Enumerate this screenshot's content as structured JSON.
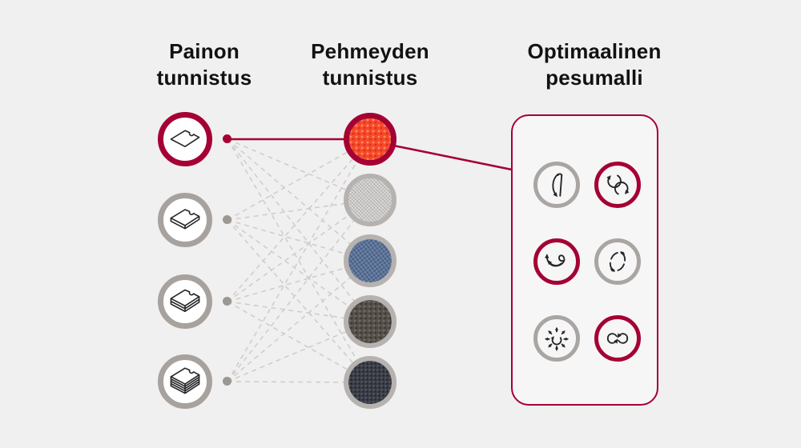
{
  "colors": {
    "accent": "#A50034",
    "ring_gray": "#a7a29e",
    "swatch_ring_gray": "#b6b2af",
    "box_ring_gray": "#a9a5a2",
    "dot_gray": "#9b9793",
    "dash": "#d0cecc",
    "text": "#121212",
    "bg": "#f1f0f0",
    "box_bg": "#f7f6f6",
    "icon_stroke": "#26262a"
  },
  "weight_column": {
    "title": "Painon\ntunnistus",
    "items": [
      {
        "icon": "fabric-stack-1-layer",
        "ring": "accent"
      },
      {
        "icon": "fabric-stack-2-layers",
        "ring": "ring_gray"
      },
      {
        "icon": "fabric-stack-3-layers",
        "ring": "ring_gray"
      },
      {
        "icon": "fabric-stack-4-layers",
        "ring": "ring_gray"
      }
    ]
  },
  "softness_column": {
    "title": "Pehmeyden\ntunnistus",
    "items": [
      {
        "icon": "fabric-swatch-orange",
        "ring": "accent",
        "color": "#f84a2b"
      },
      {
        "icon": "fabric-swatch-linen-gray",
        "ring": "swatch_ring_gray",
        "color": "#c7c5c3"
      },
      {
        "icon": "fabric-swatch-denim-blue",
        "ring": "swatch_ring_gray",
        "color": "#5a7298"
      },
      {
        "icon": "fabric-swatch-dark-taupe",
        "ring": "swatch_ring_gray",
        "color": "#56514a"
      },
      {
        "icon": "fabric-swatch-charcoal-navy",
        "ring": "swatch_ring_gray",
        "color": "#3b3e47"
      }
    ]
  },
  "wash_panel": {
    "title": "Optimaalinen\npesumalli",
    "items": [
      {
        "icon": "rolling-motion",
        "ring": "box_ring_gray"
      },
      {
        "icon": "tumble-motion",
        "ring": "accent"
      },
      {
        "icon": "swing-motion",
        "ring": "accent"
      },
      {
        "icon": "rotation-motion",
        "ring": "box_ring_gray"
      },
      {
        "icon": "scrub-motion",
        "ring": "box_ring_gray"
      },
      {
        "icon": "wobble-motion",
        "ring": "accent"
      }
    ]
  },
  "connection": {
    "highlighted_path": [
      "fabric-stack-1-layer",
      "fabric-swatch-orange",
      "wash-panel"
    ]
  }
}
